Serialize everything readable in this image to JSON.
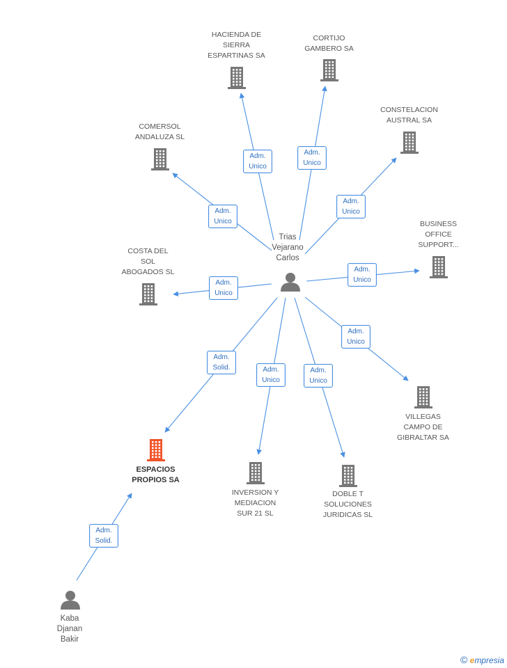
{
  "colors": {
    "edge": "#4a90e2",
    "company": "#777777",
    "focus": "#f0552a",
    "person": "#777777"
  },
  "persons": [
    {
      "id": "trias",
      "label": "Trias\nVejarano\nCarlos",
      "icon": "person-icon"
    },
    {
      "id": "kaba",
      "label": "Kaba\nDjanan\nBakir",
      "icon": "person-icon"
    }
  ],
  "companies": [
    {
      "id": "hacienda",
      "label": "HACIENDA DE\nSIERRA\nESPARTINAS SA",
      "icon": "building-icon"
    },
    {
      "id": "cortijo",
      "label": "CORTIJO\nGAMBERO SA",
      "icon": "building-icon"
    },
    {
      "id": "constelacion",
      "label": "CONSTELACION\nAUSTRAL SA",
      "icon": "building-icon"
    },
    {
      "id": "comersol",
      "label": "COMERSOL\nANDALUZA SL",
      "icon": "building-icon"
    },
    {
      "id": "business",
      "label": "BUSINESS\nOFFICE\nSUPPORT...",
      "icon": "building-icon"
    },
    {
      "id": "costa",
      "label": "COSTA DEL\nSOL\nABOGADOS SL",
      "icon": "building-icon"
    },
    {
      "id": "villegas",
      "label": "VILLEGAS\nCAMPO DE\nGIBRALTAR SA",
      "icon": "building-icon"
    },
    {
      "id": "espacios",
      "label": "ESPACIOS\nPROPIOS SA",
      "icon": "building-icon",
      "focus": true
    },
    {
      "id": "inversion",
      "label": "INVERSION Y\nMEDIACION\nSUR 21 SL",
      "icon": "building-icon"
    },
    {
      "id": "doble",
      "label": "DOBLE T\nSOLUCIONES\nJURIDICAS SL",
      "icon": "building-icon"
    }
  ],
  "edges": [
    {
      "from": "trias",
      "to": "hacienda",
      "label": "Adm.\nUnico"
    },
    {
      "from": "trias",
      "to": "cortijo",
      "label": "Adm.\nUnico"
    },
    {
      "from": "trias",
      "to": "constelacion",
      "label": "Adm.\nUnico"
    },
    {
      "from": "trias",
      "to": "comersol",
      "label": "Adm.\nUnico"
    },
    {
      "from": "trias",
      "to": "business",
      "label": "Adm.\nUnico"
    },
    {
      "from": "trias",
      "to": "costa",
      "label": "Adm.\nUnico"
    },
    {
      "from": "trias",
      "to": "villegas",
      "label": "Adm.\nUnico"
    },
    {
      "from": "trias",
      "to": "espacios",
      "label": "Adm.\nSolid."
    },
    {
      "from": "trias",
      "to": "inversion",
      "label": "Adm.\nUnico"
    },
    {
      "from": "trias",
      "to": "doble",
      "label": "Adm.\nUnico"
    },
    {
      "from": "kaba",
      "to": "espacios",
      "label": "Adm.\nSolid."
    }
  ],
  "footer": {
    "copyright": "©",
    "brand_e": "e",
    "brand_rest": "mpresia"
  }
}
